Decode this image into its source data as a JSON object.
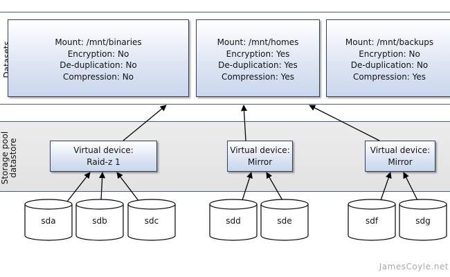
{
  "bands": {
    "datasets_label": "Datasets",
    "pool_label_line1": "Storage pool",
    "pool_label_line2": "datastore"
  },
  "datasets": [
    {
      "mount": "Mount: /mnt/binaries",
      "encryption": "Encryption: No",
      "dedup": "De-duplication: No",
      "compression": "Compression: No"
    },
    {
      "mount": "Mount: /mnt/homes",
      "encryption": "Encryption: Yes",
      "dedup": "De-duplication: Yes",
      "compression": "Compression: Yes"
    },
    {
      "mount": "Mount: /mnt/backups",
      "encryption": "Encryption: No",
      "dedup": "De-duplication: No",
      "compression": "Compression: Yes"
    }
  ],
  "vdevs": [
    {
      "line1": "Virtual device:",
      "line2": "Raid-z 1"
    },
    {
      "line1": "Virtual device:",
      "line2": "Mirror"
    },
    {
      "line1": "Virtual device:",
      "line2": "Mirror"
    }
  ],
  "disks": [
    "sda",
    "sdb",
    "sdc",
    "sdd",
    "sde",
    "sdf",
    "sdg"
  ],
  "watermark": "JamesCoyle.net",
  "colors": {
    "band_border": "#3b5ea8",
    "box_fill": "#c9d6ec",
    "pool_band": "#e6e6e6"
  }
}
